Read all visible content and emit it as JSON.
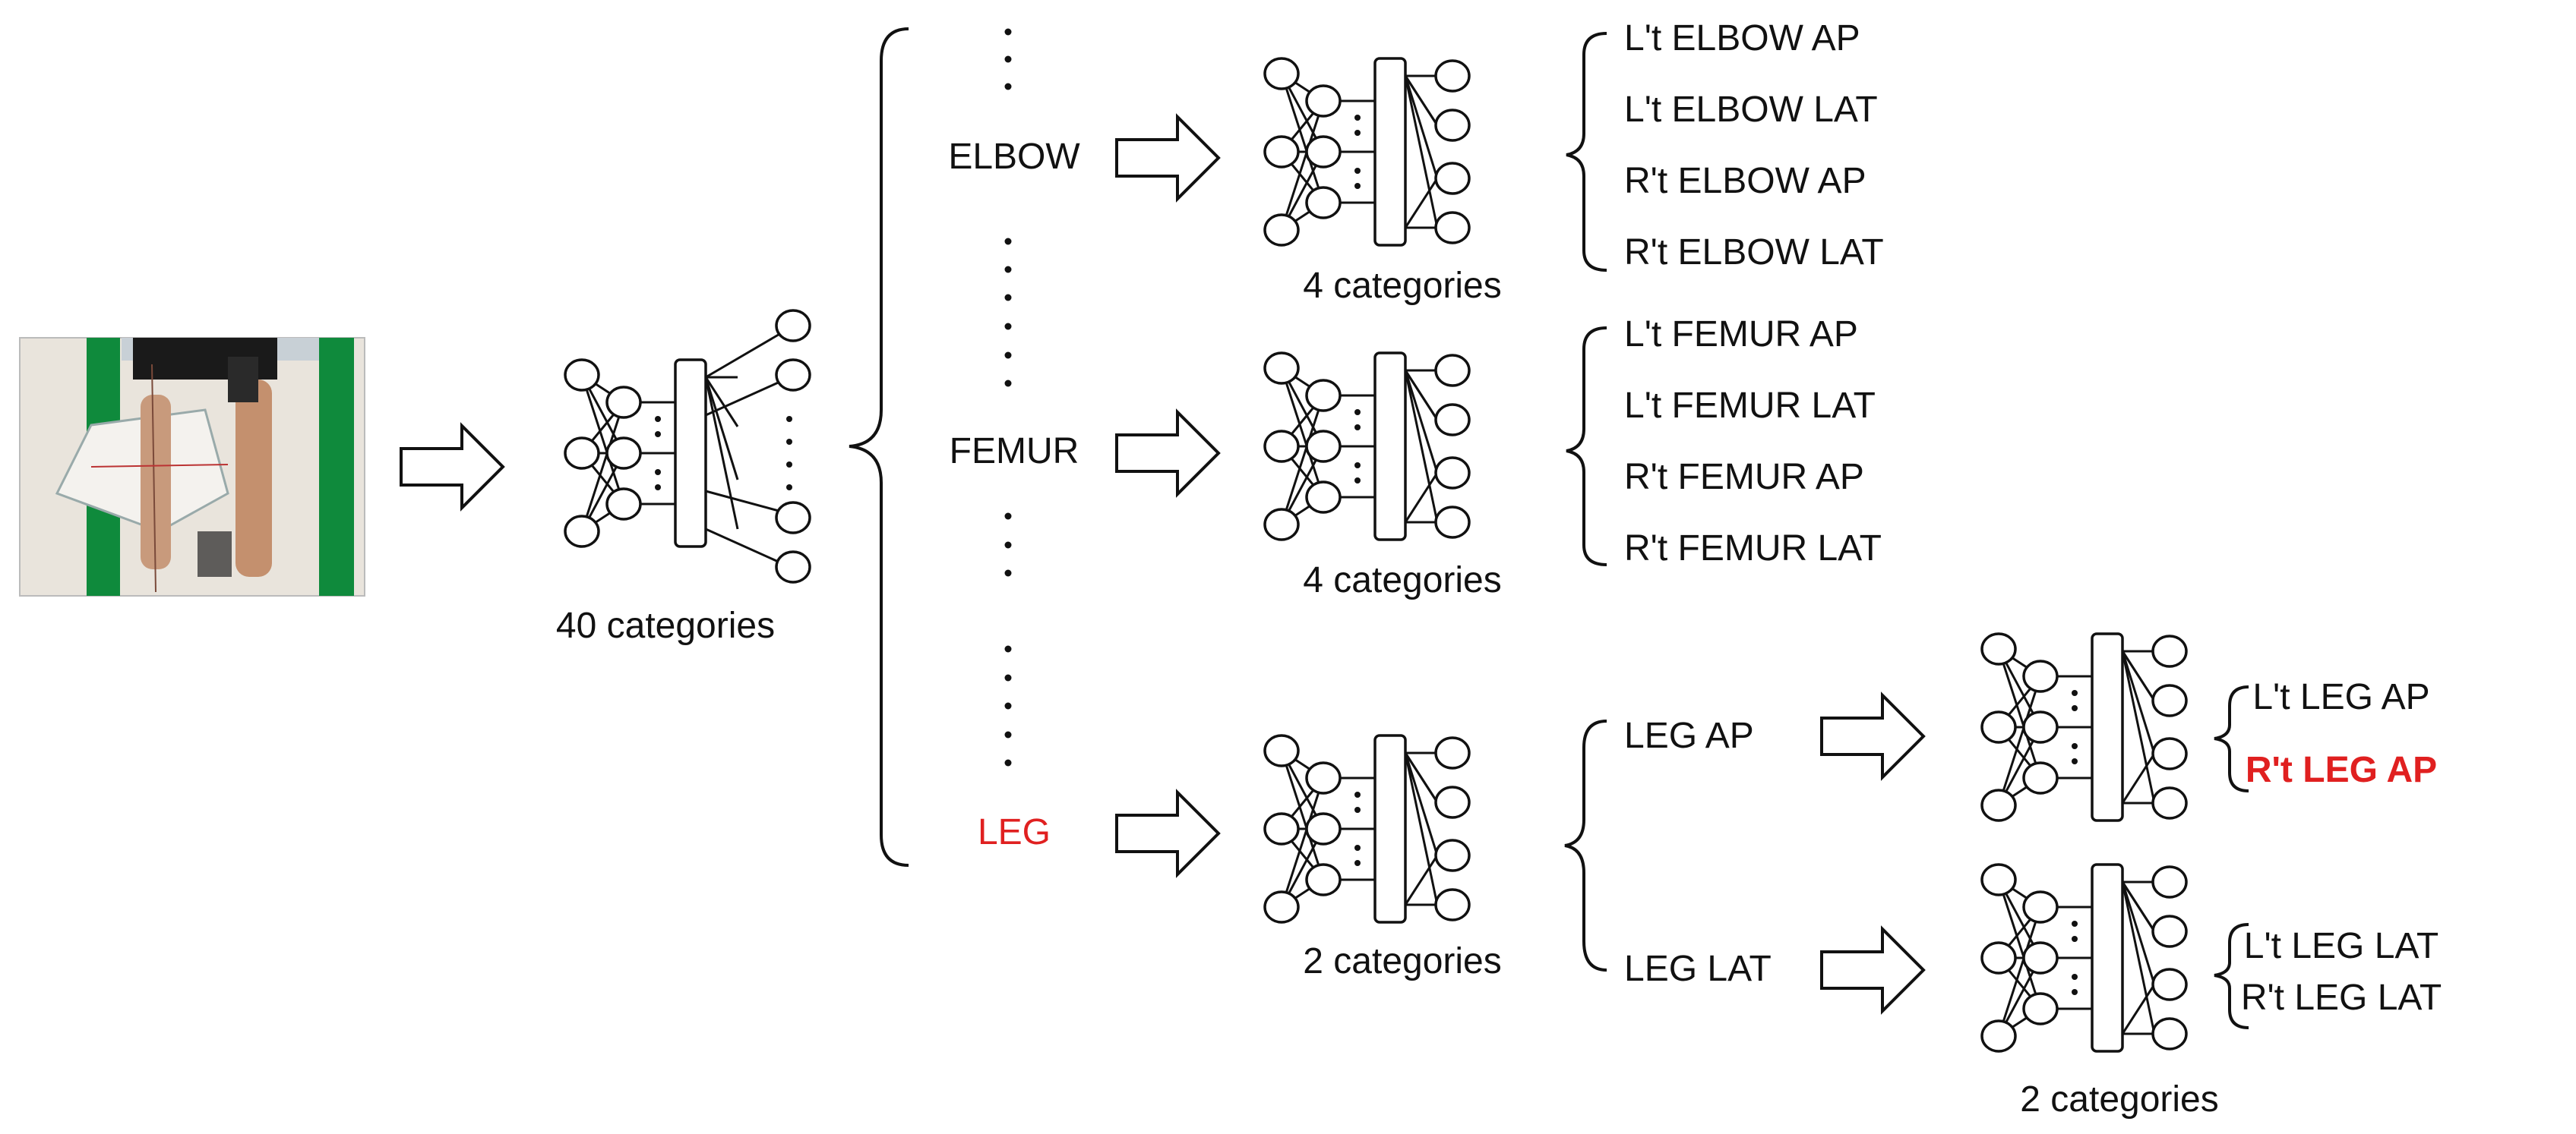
{
  "colors": {
    "line": "#111111",
    "highlight": "#e02020",
    "background": "#ffffff"
  },
  "input_image": {
    "description_icon": "leg-xray-photo"
  },
  "level1": {
    "caption": "40 categories",
    "branches": [
      {
        "label": "ELBOW"
      },
      {
        "label": "FEMUR"
      },
      {
        "label": "LEG",
        "highlight": true
      }
    ]
  },
  "elbow": {
    "caption": "4 categories",
    "outputs": [
      "L't ELBOW AP",
      "L't ELBOW LAT",
      "R't ELBOW AP",
      "R't ELBOW LAT"
    ]
  },
  "femur": {
    "caption": "4 categories",
    "outputs": [
      "L't FEMUR AP",
      "L't FEMUR LAT",
      "R't FEMUR AP",
      "R't FEMUR LAT"
    ]
  },
  "leg": {
    "caption": "2 categories",
    "branches": [
      {
        "label": "LEG AP",
        "outputs": [
          "L't LEG AP",
          "R't LEG AP"
        ],
        "highlight_index": 1
      },
      {
        "label": "LEG LAT",
        "caption": "2 categories",
        "outputs": [
          "L't LEG LAT",
          "R't LEG LAT"
        ]
      }
    ]
  }
}
